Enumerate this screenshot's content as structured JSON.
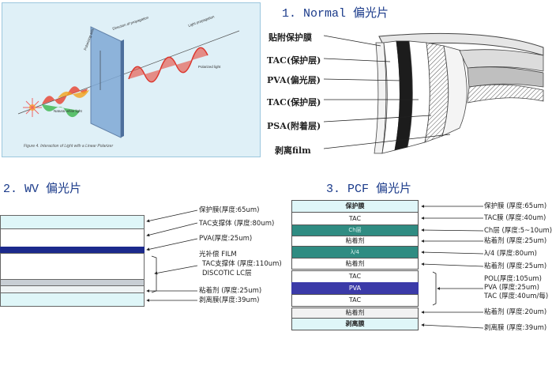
{
  "sections": {
    "normal_title": "1. Normal 偏光片",
    "wv_title": "2. WV 偏光片",
    "pcf_title": "3. PCF 偏光片"
  },
  "figure": {
    "caption": "Figure 4. Interaction of Light with a Linear Polarizer",
    "labels": {
      "natural_light": "Natural white light",
      "polarized_light": "Polarized light",
      "polarizing_axis": "Polarizing axis",
      "direction": "Direction of propagation",
      "light_propagation": "Light propagation"
    }
  },
  "normal": {
    "labels": [
      "贴附保护膜",
      "TAC(保护层)",
      "PVA(偏光层)",
      "TAC(保护层)",
      "PSA(附着层)",
      "剥离film"
    ]
  },
  "wv": {
    "annotations": {
      "a1": "保护膜(厚度:65um)",
      "a2": "TAC支撑体 (厚度:80um)",
      "a3": "PVA(厚度:25um)",
      "a4_1": "光补偿 FILM",
      "a4_2": "TAC支撑体 (厚度:110um)",
      "a4_3": "DISCOTIC LC层",
      "a5": "粘着剂 (厚度:25um)",
      "a6": "剥离膜(厚度:39um)"
    }
  },
  "pcf": {
    "layers": {
      "l1": "保护膜",
      "l2": "TAC",
      "l3": "Ch层",
      "l4": "粘着剂",
      "l5": "λ/4",
      "l6": "粘着剂",
      "l7": "TAC",
      "l8": "PVA",
      "l9": "TAC",
      "l10": "粘着剂",
      "l11": "剥离膜"
    },
    "annotations": {
      "a1": "保护膜 (厚度:65um)",
      "a2": "TAC膜 (厚度:40um)",
      "a3": "Ch层 (厚度:5~10um)",
      "a4": "粘着剂 (厚度:25um)",
      "a5": "λ/4 (厚度:80um)",
      "a6": "粘着剂 (厚度:25um)",
      "a7_1": "POL(厚度:105um)",
      "a7_2": "PVA (厚度:25um)",
      "a7_3": "TAC (厚度:40um/每)",
      "a8": "粘着剂 (厚度:20um)",
      "a9": "剥离膜 (厚度:39um)"
    }
  },
  "colors": {
    "title_blue": "#1a3a8a",
    "layer_cyan": "#dff6f8",
    "pva_blue": "#1c2a8c",
    "pcf_pva": "#3b3aa8",
    "pcf_teal": "#2f8c82"
  }
}
